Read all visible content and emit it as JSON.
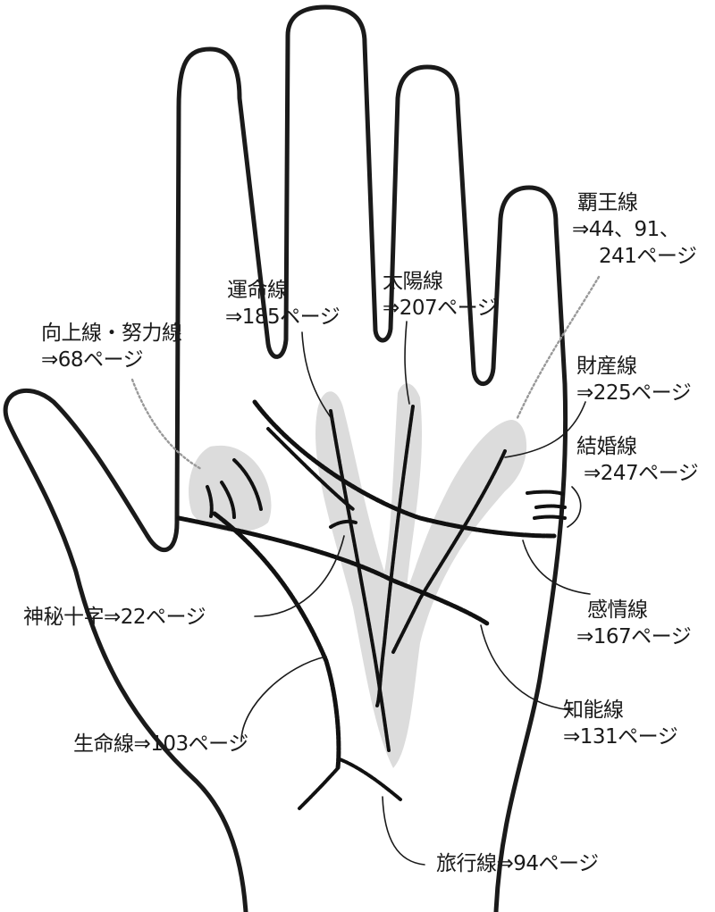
{
  "diagram": {
    "labels": {
      "haou": {
        "name": "覇王線",
        "page1": "⇒44、91、",
        "page2": "241ページ"
      },
      "taiyou": {
        "name": "太陽線",
        "page": "⇒207ページ"
      },
      "unmei": {
        "name": "運命線",
        "page": "⇒185ページ"
      },
      "koujou": {
        "name": "向上線・努力線",
        "page": "⇒68ページ"
      },
      "zaisan": {
        "name": "財産線",
        "page": "⇒225ページ"
      },
      "kekkon": {
        "name": "結婚線",
        "page": "⇒247ページ"
      },
      "kanjou": {
        "name": "感情線",
        "page": "⇒167ページ"
      },
      "shinpi": {
        "text": "神秘十字⇒22ページ"
      },
      "chinou": {
        "name": "知能線",
        "page": "⇒131ページ"
      },
      "seimei": {
        "text": "生命線⇒103ページ"
      },
      "ryokou": {
        "text": "旅行線⇒94ページ"
      }
    }
  }
}
